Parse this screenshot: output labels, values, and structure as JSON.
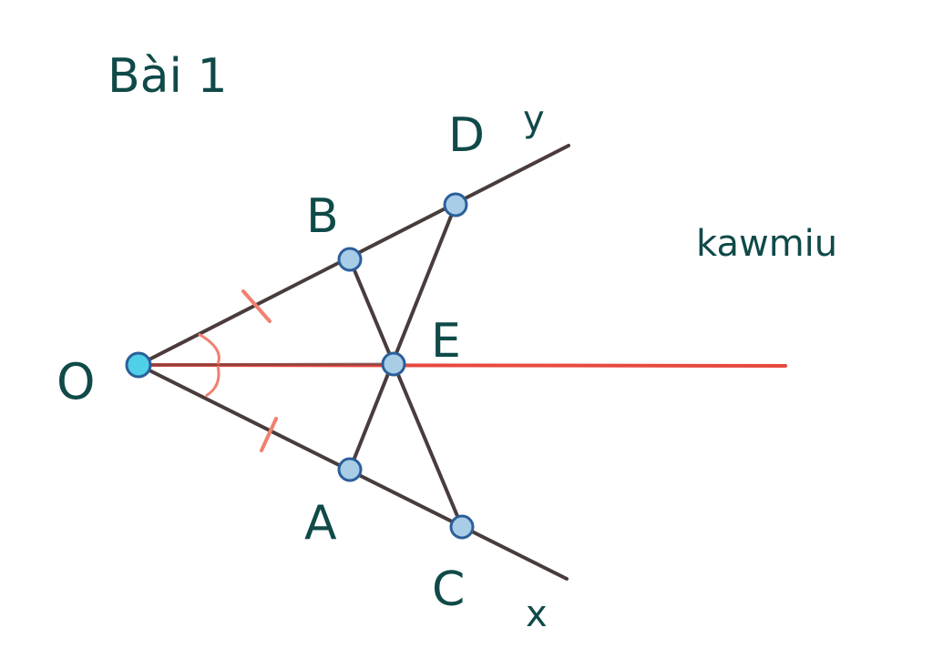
{
  "title": "Bài 1",
  "watermark": "kawmiu",
  "points": {
    "O": "O",
    "A": "A",
    "B": "B",
    "C": "C",
    "D": "D",
    "E": "E"
  },
  "rays": {
    "x": "x",
    "y": "y"
  },
  "colors": {
    "segment": "#4a3c3c",
    "bisector": "#e8493f",
    "marks": "#f08070",
    "point_fill": "#a9cde6",
    "origin_fill": "#4fd0e8",
    "point_stroke": "#2b5f9a",
    "label": "#0f4a48"
  }
}
